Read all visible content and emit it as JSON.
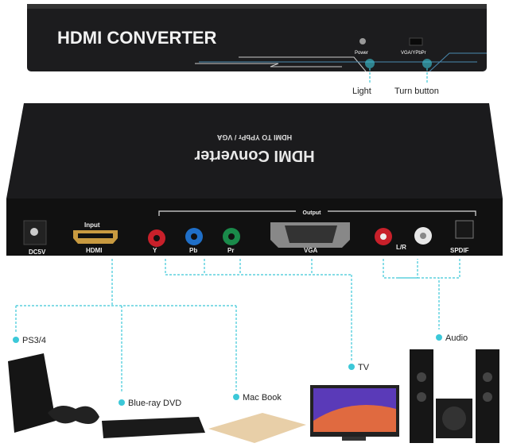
{
  "front_panel": {
    "brand": "HDMI CONVERTER",
    "power_label": "Power",
    "switch_label": "VGA/YPbPr",
    "callouts": {
      "light": "Light",
      "turn_button": "Turn button"
    }
  },
  "top_face": {
    "title": "HDMI Converter",
    "subtitle": "HDMI TO YPbPr / VGA"
  },
  "rear_panel": {
    "output_label": "Output",
    "ports": {
      "dc": "DC5V",
      "input": "Input",
      "hdmi": "HDMI",
      "y": "Y",
      "pb": "Pb",
      "pr": "Pr",
      "vga": "VGA",
      "lr": "L/R",
      "spdif": "SPDIF"
    },
    "port_colors": {
      "red": "#c8202a",
      "blue": "#1f6fc8",
      "green": "#1a8a4a",
      "white": "#e8e8e8"
    }
  },
  "devices": {
    "ps": "PS3/4",
    "dvd": "Blue-ray DVD",
    "mac": "Mac Book",
    "tv": "TV",
    "audio": "Audio"
  },
  "accent_color": "#3cc8d8"
}
